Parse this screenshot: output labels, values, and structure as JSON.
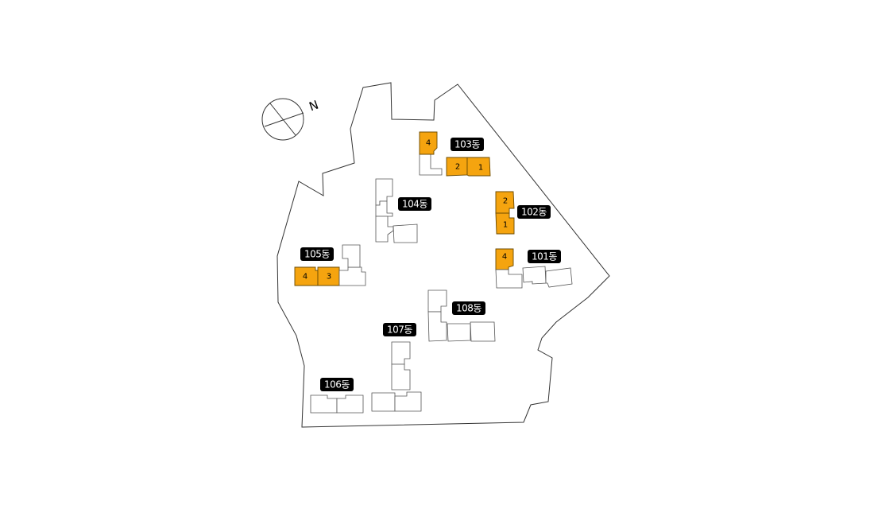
{
  "compass": {
    "north_label": "N"
  },
  "buildings": {
    "b101": {
      "label": "101동",
      "units": [
        "4"
      ]
    },
    "b102": {
      "label": "102동",
      "units": [
        "2",
        "1"
      ]
    },
    "b103": {
      "label": "103동",
      "units": [
        "4",
        "2",
        "1"
      ]
    },
    "b104": {
      "label": "104동"
    },
    "b105": {
      "label": "105동",
      "units": [
        "4",
        "3"
      ]
    },
    "b106": {
      "label": "106동"
    },
    "b107": {
      "label": "107동"
    },
    "b108": {
      "label": "108동"
    }
  },
  "colors": {
    "highlight": "#f5a40f",
    "tag": "#000000",
    "outline": "#333333"
  }
}
